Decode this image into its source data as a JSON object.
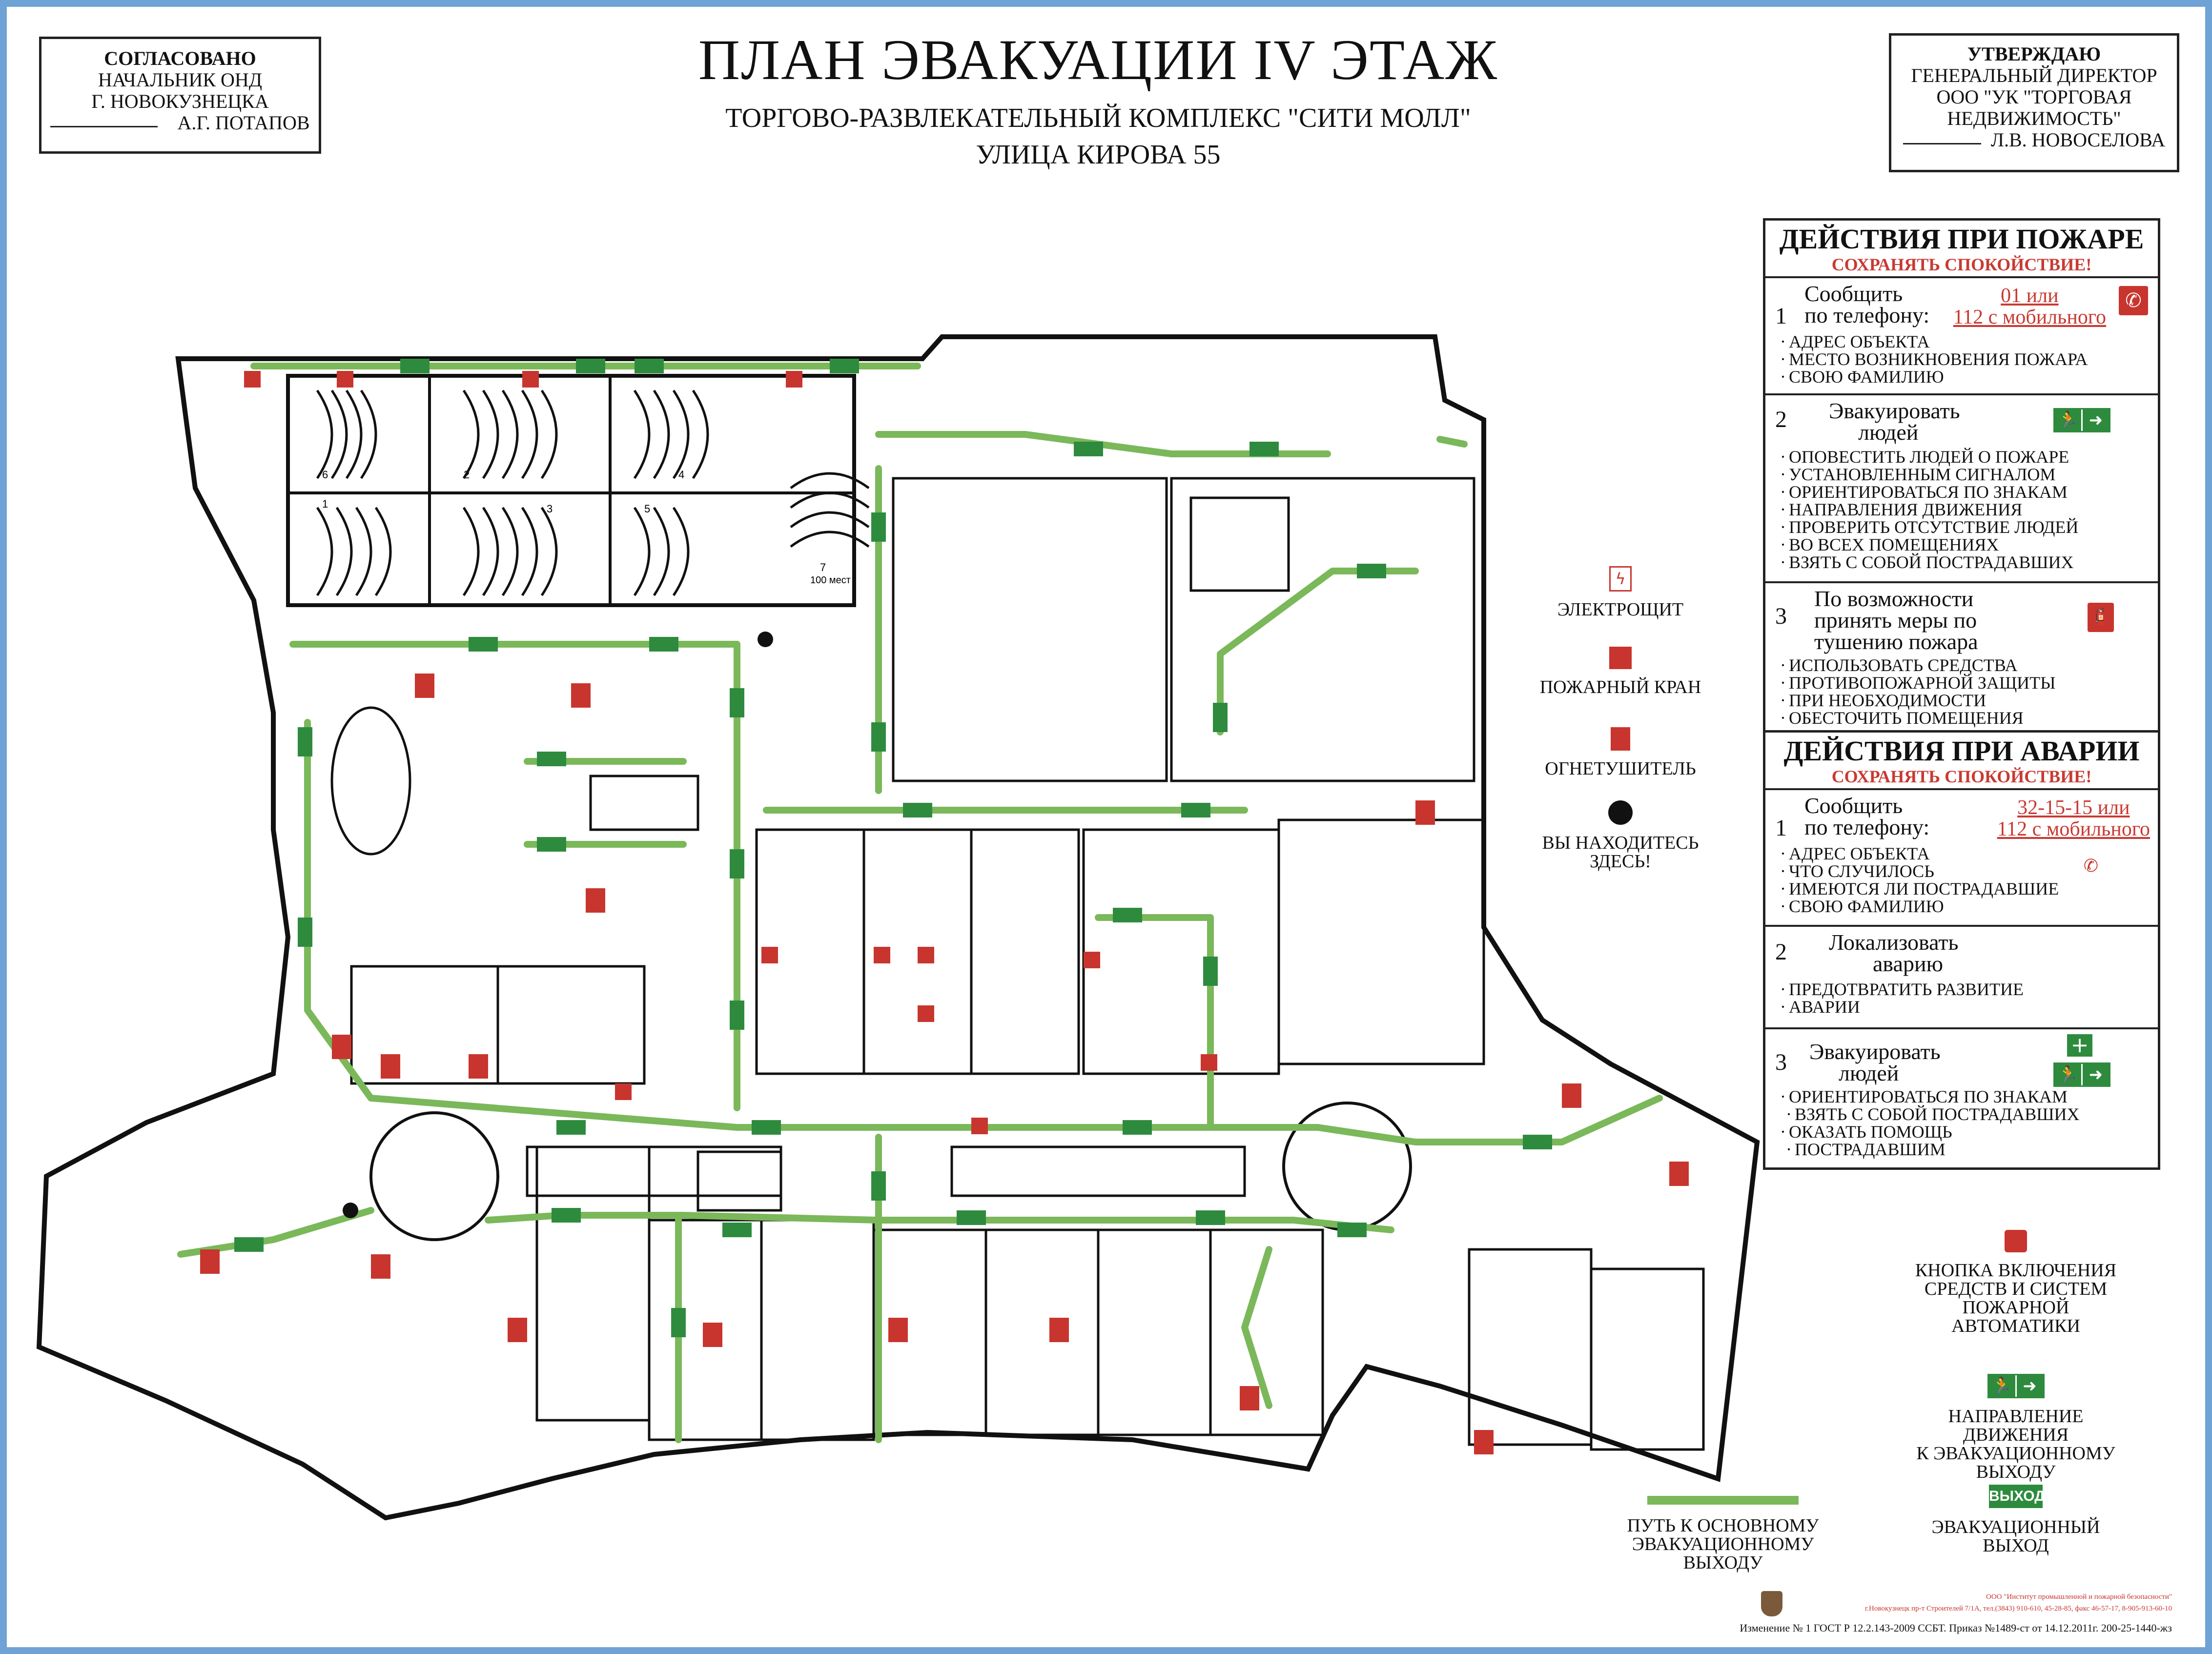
{
  "header": {
    "title": "ПЛАН ЭВАКУАЦИИ IV ЭТАЖ",
    "subtitle": "ТОРГОВО-РАЗВЛЕКАТЕЛЬНЫЙ КОМПЛЕКС \"СИТИ МОЛЛ\"",
    "address": "УЛИЦА КИРОВА 55"
  },
  "approved_left": {
    "heading": "СОГЛАСОВАНО",
    "line1": "НАЧАЛЬНИК ОНД",
    "line2": "Г. НОВОКУЗНЕЦКА",
    "signature": "А.Г. ПОТАПОВ"
  },
  "approved_right": {
    "heading": "УТВЕРЖДАЮ",
    "line1": "ГЕНЕРАЛЬНЫЙ ДИРЕКТОР",
    "line2": "ООО \"УК \"ТОРГОВАЯ",
    "line3": "НЕДВИЖИМОСТЬ\"",
    "signature": "Л.В. НОВОСЕЛОВА"
  },
  "fire": {
    "title": "ДЕЙСТВИЯ ПРИ ПОЖАРЕ",
    "calm": "СОХРАНЯТЬ СПОКОЙСТВИЕ!",
    "step1": {
      "num": "1",
      "head1": "Сообщить",
      "head2": "по телефону:",
      "phone1": "01 или",
      "phone2": "112 с мобильного",
      "items": [
        "АДРЕС ОБЪЕКТА",
        "МЕСТО ВОЗНИКНОВЕНИЯ ПОЖАРА",
        "СВОЮ ФАМИЛИЮ"
      ]
    },
    "step2": {
      "num": "2",
      "head1": "Эвакуировать",
      "head2": "людей",
      "items": [
        "ОПОВЕСТИТЬ ЛЮДЕЙ О ПОЖАРЕ",
        "УСТАНОВЛЕННЫМ СИГНАЛОМ",
        "ОРИЕНТИРОВАТЬСЯ ПО ЗНАКАМ",
        "НАПРАВЛЕНИЯ ДВИЖЕНИЯ",
        "ПРОВЕРИТЬ ОТСУТСТВИЕ ЛЮДЕЙ",
        "ВО ВСЕХ ПОМЕЩЕНИЯХ",
        "ВЗЯТЬ С СОБОЙ ПОСТРАДАВШИХ"
      ]
    },
    "step3": {
      "num": "3",
      "head1": "По возможности",
      "head2": "принять меры по",
      "head3": "тушению пожара",
      "items": [
        "ИСПОЛЬЗОВАТЬ СРЕДСТВА",
        "ПРОТИВОПОЖАРНОЙ ЗАЩИТЫ",
        "ПРИ НЕОБХОДИМОСТИ",
        "ОБЕСТОЧИТЬ ПОМЕЩЕНИЯ"
      ]
    }
  },
  "accident": {
    "title": "ДЕЙСТВИЯ ПРИ АВАРИИ",
    "calm": "СОХРАНЯТЬ СПОКОЙСТВИЕ!",
    "step1": {
      "num": "1",
      "head1": "Сообщить",
      "head2": "по телефону:",
      "phone1": "32-15-15 или",
      "phone2": "112 с мобильного",
      "items": [
        "АДРЕС ОБЪЕКТА",
        "ЧТО СЛУЧИЛОСЬ",
        "ИМЕЮТСЯ ЛИ ПОСТРАДАВШИЕ",
        "СВОЮ ФАМИЛИЮ"
      ]
    },
    "step2": {
      "num": "2",
      "head1": "Локализовать",
      "head2": "аварию",
      "items": [
        "ПРЕДОТВРАТИТЬ РАЗВИТИЕ",
        "АВАРИИ"
      ]
    },
    "step3": {
      "num": "3",
      "head1": "Эвакуировать",
      "head2": "людей",
      "items": [
        "ОРИЕНТИРОВАТЬСЯ ПО ЗНАКАМ",
        "ВЗЯТЬ С СОБОЙ ПОСТРАДАВШИХ",
        "ОКАЗАТЬ ПОМОЩЬ",
        "ПОСТРАДАВШИМ"
      ]
    }
  },
  "legend": {
    "panel": "ЭЛЕКТРОЩИТ",
    "hydrant": "ПОЖАРНЫЙ КРАН",
    "extinguisher": "ОГНЕТУШИТЕЛЬ",
    "you_are_here_1": "ВЫ НАХОДИТЕСЬ",
    "you_are_here_2": "ЗДЕСЬ!",
    "button_1": "КНОПКА ВКЛЮЧЕНИЯ",
    "button_2": "СРЕДСТВ И СИСТЕМ",
    "button_3": "ПОЖАРНОЙ",
    "button_4": "АВТОМАТИКИ",
    "direction_1": "НАПРАВЛЕНИЕ ДВИЖЕНИЯ",
    "direction_2": "К ЭВАКУАЦИОННОМУ",
    "direction_3": "ВЫХОДУ",
    "path_1": "ПУТЬ К ОСНОВНОМУ",
    "path_2": "ЭВАКУАЦИОННОМУ",
    "path_3": "ВЫХОДУ",
    "exit_sign": "ВЫХОД",
    "exit_1": "ЭВАКУАЦИОННЫЙ",
    "exit_2": "ВЫХОД"
  },
  "map_labels": {
    "hall_1": "1",
    "hall_2": "2",
    "hall_3": "3",
    "hall_4": "4",
    "hall_5": "5",
    "hall_6": "6",
    "hall_7": "7",
    "hall_7_seats": "100 мест"
  },
  "footer": {
    "company": "ООО \"Институт промышленной и пожарной безопасности\"",
    "contacts": "г.Новокузнецк пр-т Строителей 7/1А, тел.(3843) 910-610, 45-28-85, факс 46-57-17, 8-905-913-60-10",
    "standard": "Изменение № 1 ГОСТ Р 12.2.143-2009  ССБТ. Приказ №1489-ст от 14.12.2011г. 200-25-1440-жз"
  },
  "colors": {
    "green_path": "#7ab85a",
    "sign_green": "#2e8b3e",
    "red": "#c8352e",
    "frame_blue": "#6fa3d6"
  }
}
